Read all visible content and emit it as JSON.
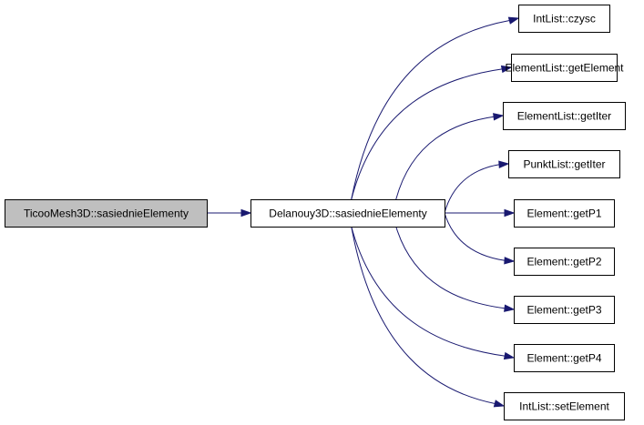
{
  "graph": {
    "nodes": [
      {
        "id": "n0",
        "label": "TicooMesh3D::sasiednieElementy",
        "highlighted": true
      },
      {
        "id": "n1",
        "label": "Delanouy3D::sasiednieElementy",
        "highlighted": false
      },
      {
        "id": "n2",
        "label": "IntList::czysc",
        "highlighted": false
      },
      {
        "id": "n3",
        "label": "ElementList::getElement",
        "highlighted": false
      },
      {
        "id": "n4",
        "label": "ElementList::getIter",
        "highlighted": false
      },
      {
        "id": "n5",
        "label": "PunktList::getIter",
        "highlighted": false
      },
      {
        "id": "n6",
        "label": "Element::getP1",
        "highlighted": false
      },
      {
        "id": "n7",
        "label": "Element::getP2",
        "highlighted": false
      },
      {
        "id": "n8",
        "label": "Element::getP3",
        "highlighted": false
      },
      {
        "id": "n9",
        "label": "Element::getP4",
        "highlighted": false
      },
      {
        "id": "n10",
        "label": "IntList::setElement",
        "highlighted": false
      }
    ],
    "edges": [
      {
        "from": "n0",
        "to": "n1"
      },
      {
        "from": "n1",
        "to": "n2"
      },
      {
        "from": "n1",
        "to": "n3"
      },
      {
        "from": "n1",
        "to": "n4"
      },
      {
        "from": "n1",
        "to": "n5"
      },
      {
        "from": "n1",
        "to": "n6"
      },
      {
        "from": "n1",
        "to": "n7"
      },
      {
        "from": "n1",
        "to": "n8"
      },
      {
        "from": "n1",
        "to": "n9"
      },
      {
        "from": "n1",
        "to": "n10"
      }
    ],
    "colors": {
      "highlight_fill": "#bfbfbf",
      "node_fill": "#ffffff",
      "border": "#000000",
      "edge": "#191970"
    }
  }
}
